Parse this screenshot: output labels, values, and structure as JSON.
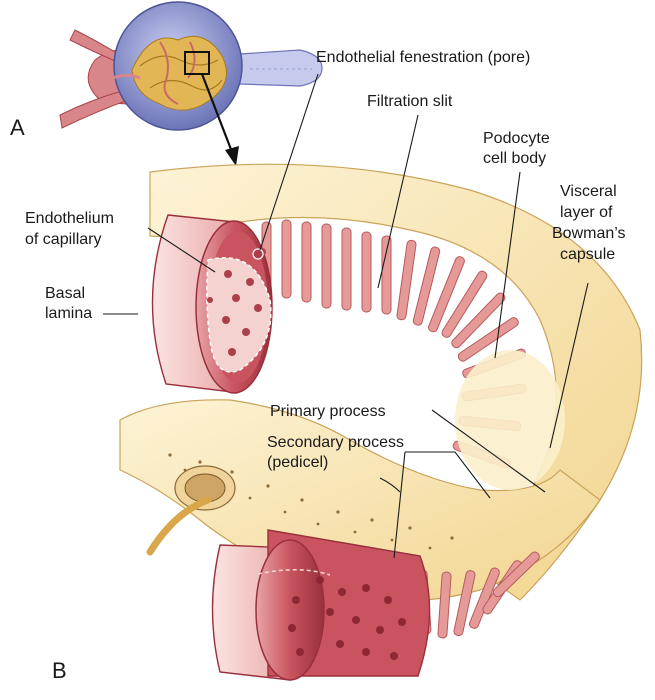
{
  "panels": {
    "a": "A",
    "b": "B"
  },
  "labels": {
    "endothelial_fenestration": "Endothelial fenestration (pore)",
    "filtration_slit": "Filtration slit",
    "podocyte_line1": "Podocyte",
    "podocyte_line2": "cell body",
    "endothelium_line1": "Endothelium",
    "endothelium_line2": "of capillary",
    "basal_line1": "Basal",
    "basal_line2": "lamina",
    "visceral_line1": "Visceral",
    "visceral_line2": "layer of",
    "visceral_line3": "Bowman’s",
    "visceral_line4": "capsule",
    "primary_process": "Primary process",
    "secondary_line1": "Secondary process",
    "secondary_line2": "(pedicel)"
  },
  "colors": {
    "cream": "#f6e1a8",
    "cream_light": "#fbefcb",
    "capillary_red": "#c9545f",
    "capillary_dark": "#9a2f3c",
    "pink": "#eeb5b0",
    "glomerulus_blue": "#7f86c4",
    "gold": "#d9a64a"
  }
}
